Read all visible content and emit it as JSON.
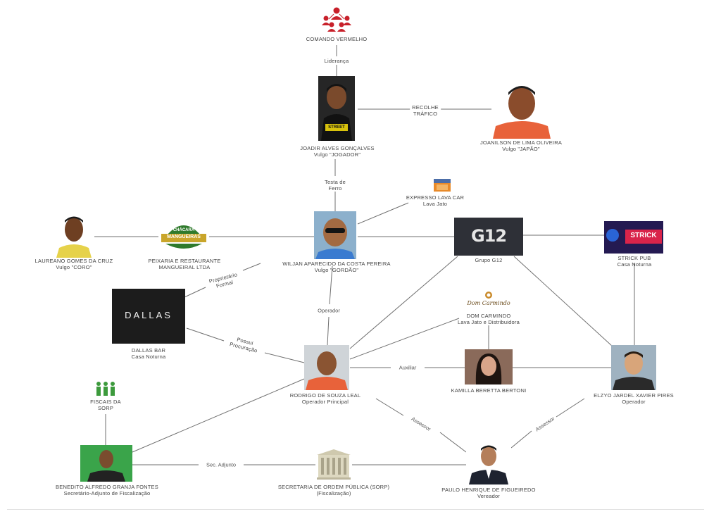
{
  "nodes": {
    "comando": {
      "name": "COMANDO VERMELHO"
    },
    "joadir": {
      "name": "JOADIR ALVES GONÇALVES",
      "sub": "Vulgo \"JOGADOR\"",
      "shirt_text": "STREET"
    },
    "joanilson": {
      "name": "JOANILSON DE LIMA OLIVEIRA",
      "sub": "Vulgo \"JAPÃO\""
    },
    "expresso": {
      "name": "EXPRESSO LAVA CAR",
      "sub": "Lava Jato"
    },
    "laureano": {
      "name": "LAUREANO GOMES DA CRUZ",
      "sub": "Vulgo \"CORO\""
    },
    "peixaria": {
      "name": "PEIXARIA E RESTAURANTE",
      "sub": "MANGUEIRAL LTDA",
      "logo_top": "CHÁCARA",
      "logo_main": "MANGUEIRAS"
    },
    "wiljan": {
      "name": "WILJAN APARECIDO DA COSTA PEREIRA",
      "sub": "Vulgo \"GORDÃO\""
    },
    "g12": {
      "name": "Grupo G12",
      "logo": "G12"
    },
    "strick": {
      "name": "STRICK PUB",
      "sub": "Casa Noturna",
      "sign": "STRICK"
    },
    "dallas": {
      "name": "DALLAS BAR",
      "sub": "Casa Noturna",
      "logo": "DALLAS"
    },
    "dom": {
      "name": "DOM CARMINDO",
      "sub": "Lava Jato e Distribuidora",
      "logo": "Dom Carmindo"
    },
    "rodrigo": {
      "name": "RODRIGO DE SOUZA LEAL",
      "sub": "Operador Principal"
    },
    "kamilla": {
      "name": "KAMILLA BERETTA BERTONI"
    },
    "elzyo": {
      "name": "ELZYO JARDEL XAVIER PIRES",
      "sub": "Operador"
    },
    "fiscais": {
      "name": "FISCAIS DA",
      "sub": "SORP"
    },
    "benedito": {
      "name": "BENEDITO ALFREDO GRANJA FONTES",
      "sub": "Secretário-Adjunto de Fiscalização"
    },
    "secretaria": {
      "name": "SECRETARIA DE ORDEM PÚBLICA (SORP)",
      "sub": "(Fiscalização)"
    },
    "paulo": {
      "name": "PAULO HENRIQUE DE FIGUEIREDO",
      "sub": "Vereador"
    }
  },
  "edges": {
    "lideranca": "Liderança",
    "recolhe": "RECOLHE",
    "trafico": "TRÁFICO",
    "testa1": "Testa de",
    "testa2": "Ferro",
    "proprietario1": "Proprietário",
    "proprietario2": "Formal",
    "operador": "Operador",
    "possui1": "Possui",
    "possui2": "Procuração",
    "auxiliar": "Auxiliar",
    "assessor_left": "Assessor",
    "assessor_right": "Assessor",
    "sec_adjunto": "Sec. Adjunto"
  },
  "colors": {
    "line": "#6f6f6f",
    "label": "#444444",
    "cv_red": "#c8202a",
    "shirt_orange": "#e8623a",
    "g12_bg": "#2e3037",
    "dallas_bg": "#1c1c1c",
    "peixaria_green": "#2f7a2c",
    "fiscais_green": "#3c9a3c",
    "benedito_bg": "#3aa44a",
    "strick_sign": "#d9244a"
  }
}
